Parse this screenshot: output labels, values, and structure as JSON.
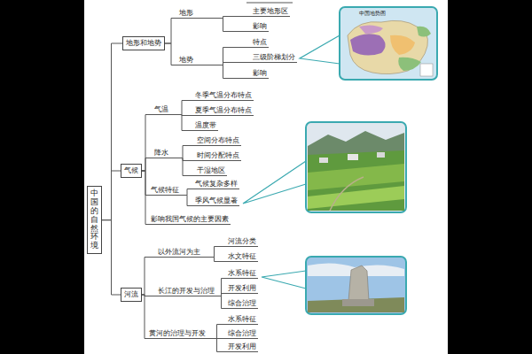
{
  "diagram": {
    "nodes": [
      {
        "text": [
          "中国的自然环境"
        ]
      },
      {
        "text": [
          "地形和地势"
        ]
      },
      {
        "text": [
          "地形"
        ]
      },
      {
        "text": [
          "主要地形区"
        ]
      },
      {
        "text": [
          "影响"
        ]
      },
      {
        "text": [
          "地势"
        ]
      },
      {
        "text": [
          "特点"
        ]
      },
      {
        "text": [
          "三级阶梯划分"
        ]
      },
      {
        "text": [
          "影响"
        ]
      },
      {
        "text": [
          "气候"
        ]
      },
      {
        "text": [
          "气温"
        ]
      },
      {
        "text": [
          "冬季气温分布特点"
        ]
      },
      {
        "text": [
          "夏季气温分布特点"
        ]
      },
      {
        "text": [
          "温度带"
        ]
      },
      {
        "text": [
          "降水"
        ]
      },
      {
        "text": [
          "空间分布特点"
        ]
      },
      {
        "text": [
          "时间分配特点"
        ]
      },
      {
        "text": [
          "干湿地区"
        ]
      },
      {
        "text": [
          "气候特征"
        ]
      },
      {
        "text": [
          "气候复杂多样"
        ]
      },
      {
        "text": [
          "季风气候显著"
        ]
      },
      {
        "text": [
          "影响我国气候的主要因素"
        ]
      },
      {
        "text": [
          "河流"
        ]
      },
      {
        "text": [
          "以外流河为主"
        ]
      },
      {
        "text": [
          "河流分类"
        ]
      },
      {
        "text": [
          "水文特征"
        ]
      },
      {
        "text": [
          "长江的开发与治理"
        ]
      },
      {
        "text": [
          "水系特征"
        ]
      },
      {
        "text": [
          "开发利用"
        ]
      },
      {
        "text": [
          "综合治理"
        ]
      },
      {
        "text": [
          "黄河的治理与开发"
        ]
      },
      {
        "text": [
          "水系特征"
        ]
      },
      {
        "text": [
          "综合治理"
        ]
      },
      {
        "text": [
          "开发利用"
        ]
      }
    ],
    "edges": [
      {
        "from": 0,
        "to": 1,
        "arrow": "none"
      },
      {
        "from": 1,
        "to": 2,
        "arrow": "none"
      },
      {
        "from": 2,
        "to": 3,
        "arrow": "none"
      },
      {
        "from": 2,
        "to": 4,
        "arrow": "none"
      },
      {
        "from": 1,
        "to": 5,
        "arrow": "none"
      },
      {
        "from": 5,
        "to": 6,
        "arrow": "none"
      },
      {
        "from": 5,
        "to": 7,
        "arrow": "none"
      },
      {
        "from": 5,
        "to": 8,
        "arrow": "none"
      },
      {
        "from": 0,
        "to": 9,
        "arrow": "none"
      },
      {
        "from": 9,
        "to": 10,
        "arrow": "none"
      },
      {
        "from": 10,
        "to": 11,
        "arrow": "none"
      },
      {
        "from": 10,
        "to": 12,
        "arrow": "none"
      },
      {
        "from": 10,
        "to": 13,
        "arrow": "none"
      },
      {
        "from": 9,
        "to": 14,
        "arrow": "none"
      },
      {
        "from": 14,
        "to": 15,
        "arrow": "none"
      },
      {
        "from": 14,
        "to": 16,
        "arrow": "none"
      },
      {
        "from": 14,
        "to": 17,
        "arrow": "none"
      },
      {
        "from": 9,
        "to": 18,
        "arrow": "none"
      },
      {
        "from": 18,
        "to": 19,
        "arrow": "none"
      },
      {
        "from": 18,
        "to": 20,
        "arrow": "none"
      },
      {
        "from": 9,
        "to": 21,
        "arrow": "none"
      },
      {
        "from": 0,
        "to": 22,
        "arrow": "none"
      },
      {
        "from": 22,
        "to": 23,
        "arrow": "none"
      },
      {
        "from": 23,
        "to": 24,
        "arrow": "none"
      },
      {
        "from": 23,
        "to": 25,
        "arrow": "none"
      },
      {
        "from": 22,
        "to": 26,
        "arrow": "none"
      },
      {
        "from": 26,
        "to": 27,
        "arrow": "none"
      },
      {
        "from": 26,
        "to": 28,
        "arrow": "none"
      },
      {
        "from": 26,
        "to": 29,
        "arrow": "none"
      },
      {
        "from": 22,
        "to": 30,
        "arrow": "none"
      },
      {
        "from": 30,
        "to": 31,
        "arrow": "none"
      },
      {
        "from": 30,
        "to": 32,
        "arrow": "none"
      },
      {
        "from": 30,
        "to": 33,
        "arrow": "none"
      }
    ],
    "labels": [
      "中国地势图"
    ]
  }
}
